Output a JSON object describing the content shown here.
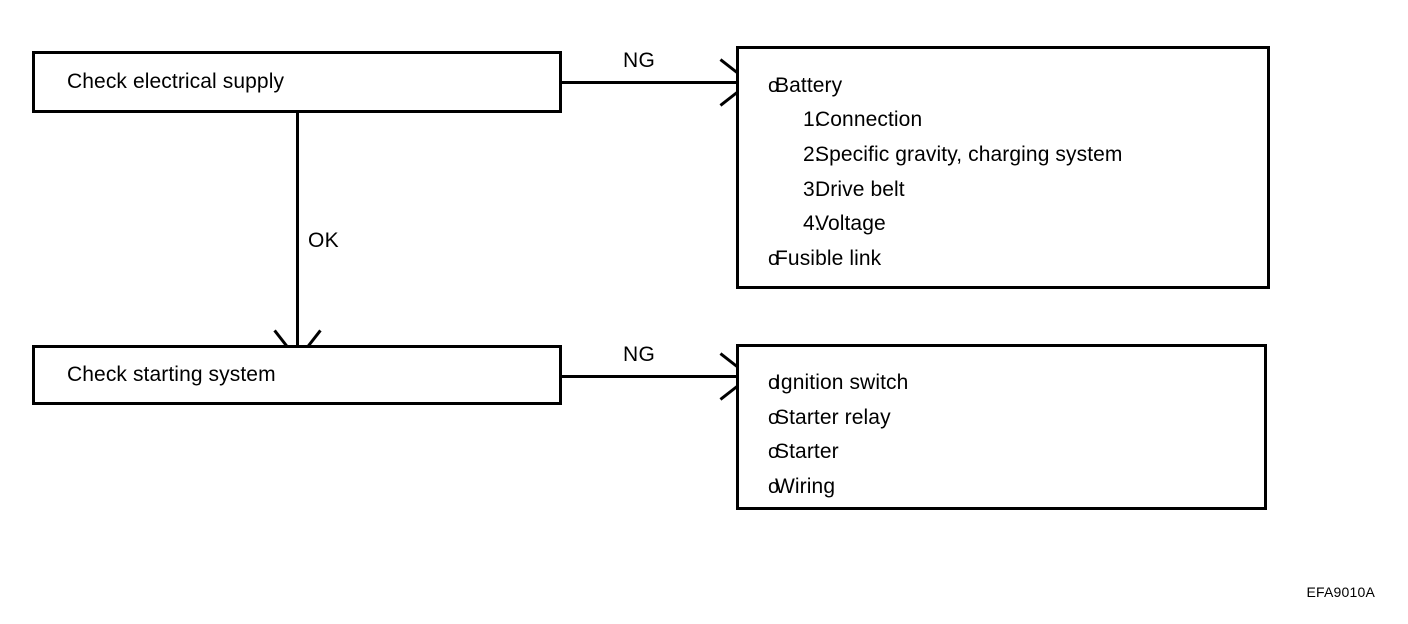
{
  "figure": {
    "code": "EFA9010A",
    "type": "troubleshooting-flow-diagram"
  },
  "colors": {
    "ink": "#000000",
    "paper": "#ffffff"
  },
  "steps": [
    {
      "id": "check-electrical-supply",
      "label": "Check electrical supply"
    },
    {
      "id": "check-starting-system",
      "label": "Check starting system"
    }
  ],
  "edges": [
    {
      "id": "electrical-ng",
      "label": "NG",
      "direction": "right"
    },
    {
      "id": "electrical-ok",
      "label": "OK",
      "direction": "down"
    },
    {
      "id": "starting-ng",
      "label": "NG",
      "direction": "right"
    }
  ],
  "lists": {
    "electrical_supply": {
      "rows": [
        {
          "marker": "o",
          "marker_type": "bullet",
          "text": "Battery"
        },
        {
          "marker": "1.",
          "marker_type": "number",
          "text": "Connection"
        },
        {
          "marker": "2.",
          "marker_type": "number",
          "text": "Specific gravity, charging system"
        },
        {
          "marker": "3.",
          "marker_type": "number",
          "text": "Drive belt"
        },
        {
          "marker": "4.",
          "marker_type": "number",
          "text": "Voltage"
        },
        {
          "marker": "o",
          "marker_type": "bullet",
          "text": "Fusible link"
        }
      ]
    },
    "starting_system": {
      "rows": [
        {
          "marker": "o",
          "marker_type": "bullet",
          "text": "Ignition switch"
        },
        {
          "marker": "o",
          "marker_type": "bullet",
          "text": "Starter relay"
        },
        {
          "marker": "o",
          "marker_type": "bullet",
          "text": "Starter"
        },
        {
          "marker": "o",
          "marker_type": "bullet",
          "text": "Wiring"
        }
      ]
    }
  }
}
